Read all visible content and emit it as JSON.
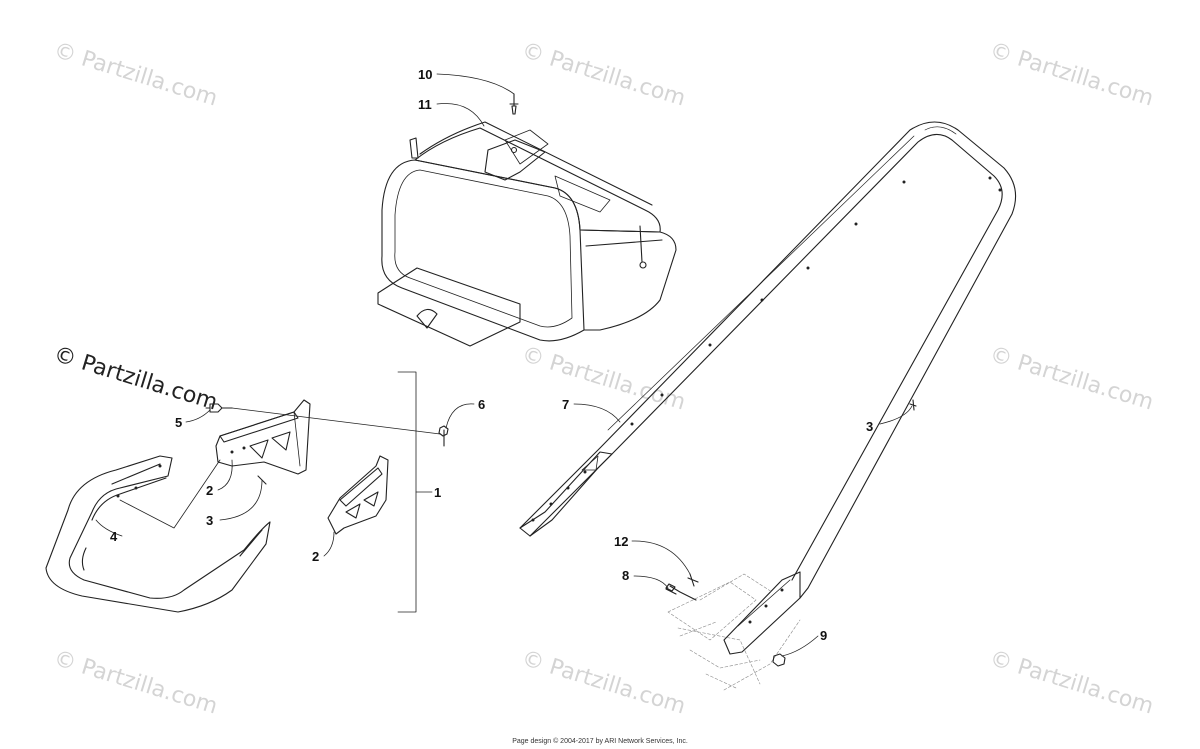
{
  "watermark": "© Partzilla.com",
  "callouts": {
    "c1": "1",
    "c2a": "2",
    "c2b": "2",
    "c3a": "3",
    "c3b": "3",
    "c4": "4",
    "c5": "5",
    "c6": "6",
    "c7": "7",
    "c8": "8",
    "c9": "9",
    "c10": "10",
    "c11": "11",
    "c12": "12"
  },
  "footer": "Page design © 2004-2017 by ARI Network Services, Inc.",
  "colors": {
    "line": "#222222",
    "watermark": "#d4d4d4"
  }
}
